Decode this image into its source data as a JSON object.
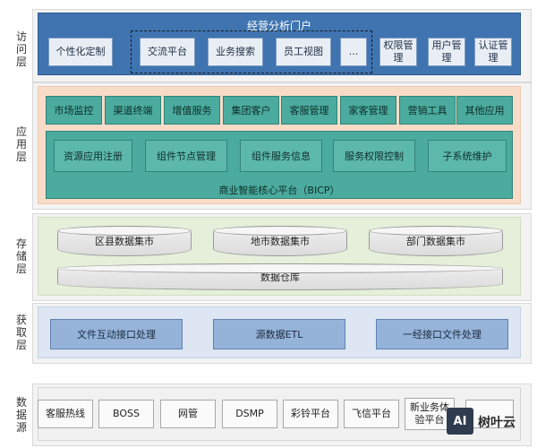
{
  "layers": {
    "access": {
      "label": "访问层"
    },
    "application": {
      "label": "应用层"
    },
    "storage": {
      "label": "存储层"
    },
    "acquire": {
      "label": "获取层"
    },
    "source": {
      "label": "数据源"
    }
  },
  "access": {
    "title": "经营分析门户",
    "left_item": "个性化定制",
    "group_items": [
      "交流平台",
      "业务搜索",
      "员工视图",
      "..."
    ],
    "right_items": [
      "权限管理",
      "用户管理",
      "认证管理"
    ]
  },
  "application": {
    "apps": [
      "市场监控",
      "渠道终端",
      "增值服务",
      "集团客户",
      "客服管理",
      "家客管理",
      "营销工具",
      "其他应用"
    ],
    "platform_modules": [
      "资源应用注册",
      "组件节点管理",
      "组件服务信息",
      "服务权限控制",
      "子系统维护"
    ],
    "platform_title": "商业智能核心平台（BICP）"
  },
  "storage": {
    "marts": [
      "区县数据集市",
      "地市数据集市",
      "部门数据集市"
    ],
    "warehouse": "数据仓库"
  },
  "acquire": {
    "items": [
      "文件互动接口处理",
      "源数据ETL",
      "一经接口文件处理"
    ]
  },
  "source": {
    "items": [
      "客服热线",
      "BOSS",
      "网管",
      "DSMP",
      "彩铃平台",
      "飞信平台",
      "新业务体验平台",
      ""
    ]
  },
  "watermark": {
    "logo": "AI",
    "text": "树叶云"
  },
  "colors": {
    "access": "#3f74b0",
    "application": "#f9dcc8",
    "component": "#4aab9e",
    "storage": "#e5efd9",
    "acquire": "#dde6f2",
    "acquire_box": "#95b3d9"
  }
}
